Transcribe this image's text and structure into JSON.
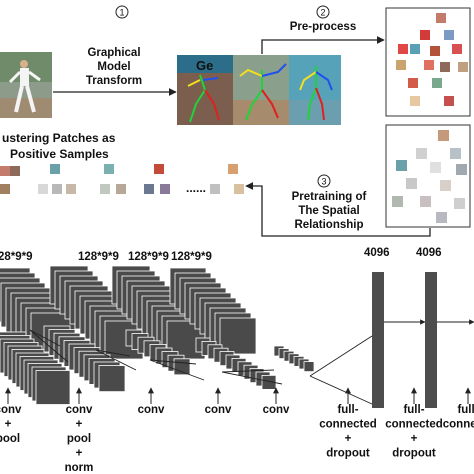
{
  "top": {
    "step1": {
      "num": "1",
      "lines": [
        "Graphical",
        "Model",
        "Transform"
      ]
    },
    "step2": {
      "num": "2",
      "label": "Pre-process"
    },
    "step3": {
      "num": "3",
      "lines": [
        "Pretraining of",
        "The Spatial",
        "Relationship"
      ]
    },
    "cluster_title": [
      "ustering Patches as",
      "Positive Samples"
    ],
    "ellipsis": "......",
    "photo_banner": "Ge"
  },
  "network": {
    "dims": [
      "28*9*9",
      "128*9*9",
      "128*9*9",
      "128*9*9"
    ],
    "fc_sizes": [
      "4096",
      "4096"
    ],
    "labels": [
      {
        "lines": [
          "conv",
          "+",
          "pool"
        ]
      },
      {
        "lines": [
          "conv",
          "+",
          "pool",
          "+",
          "norm"
        ]
      },
      {
        "lines": [
          "conv"
        ]
      },
      {
        "lines": [
          "conv"
        ]
      },
      {
        "lines": [
          "conv"
        ]
      },
      {
        "lines": [
          "full-",
          "connected",
          "+",
          "dropout"
        ]
      },
      {
        "lines": [
          "full-",
          "connected",
          "+",
          "dropout"
        ]
      },
      {
        "lines": [
          "full-",
          "connecte"
        ]
      }
    ]
  },
  "colors": {
    "stack_fill": "#4a4a4a",
    "stack_edge": "#ffffff",
    "fc_bar": "#4d4d4d",
    "arrow": "#222222",
    "frame": "#333333"
  }
}
